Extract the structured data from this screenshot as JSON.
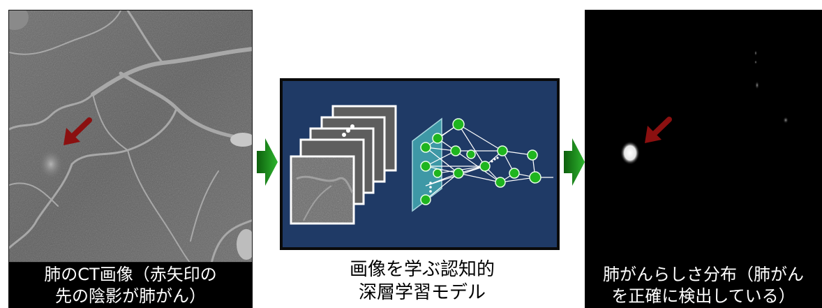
{
  "panels": {
    "ct": {
      "caption_line1": "肺のCT画像（赤矢印の",
      "caption_line2": "先の陰影が肺がん）"
    },
    "model": {
      "caption_line1": "画像を学ぶ認知的",
      "caption_line2": "深層学習モデル"
    },
    "output": {
      "caption_line1": "肺がんらしさ分布（肺がん",
      "caption_line2": "を正確に検出している）"
    }
  },
  "colors": {
    "model_background": "#1f3a66",
    "neuron_fill": "#1fb51f",
    "input_plane": "#3e98a6",
    "flow_arrow": "#1a8a1a",
    "marker_arrow": "#8b1010"
  },
  "icons": [
    "red-arrow-icon",
    "flow-arrow-icon",
    "image-stack-icon",
    "neural-network-icon"
  ]
}
